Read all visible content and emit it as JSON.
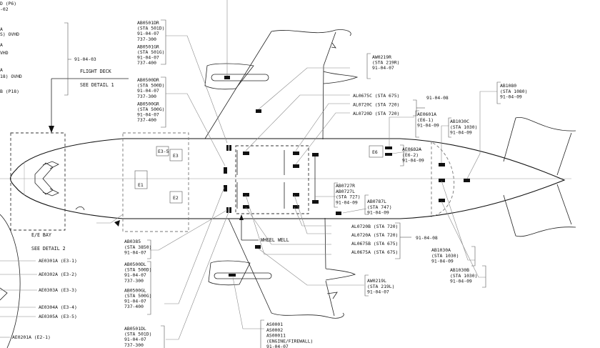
{
  "diagram": {
    "title": "Aircraft lower fuselage bonding/ground locations",
    "top_left": {
      "lines": [
        "D (P6)",
        "-02"
      ],
      "group": {
        "items": [
          "A",
          "S) OVHD",
          "A",
          "VHD",
          "A",
          "18) OVHD",
          "B (P18)"
        ],
        "date": "91-04-03"
      }
    },
    "flight_deck": {
      "label": "FLIGHT DECK",
      "see": "SEE DETAIL 1"
    },
    "ee_bay": {
      "label": "E/E BAY",
      "see": "SEE DETAIL 2"
    },
    "wheel_well": "WHEEL WELL",
    "equipment_boxes": [
      "E3-5",
      "E3",
      "E1",
      "E2",
      "E6"
    ],
    "callouts": {
      "ab0501": {
        "lines": [
          "AB0501DR",
          "(STA 501D)",
          "91-04-07",
          "737-300",
          "AB0501GR",
          "(STA 501G)",
          "91-04-07",
          "737-400"
        ]
      },
      "ab0500": {
        "lines": [
          "AB0500DR",
          "(STA 500D)",
          "91-04-07",
          "737-300",
          "AB0500GR",
          "(STA 500G)",
          "91-04-07",
          "737-400"
        ]
      },
      "aw0219r": {
        "lines": [
          "AW0219R",
          "(STA 219R)",
          "91-04-07"
        ]
      },
      "al_upper": {
        "lines": [
          "AL0675C (STA 675)",
          "AL0720C (STA 720)",
          "AL0720D (STA 720)"
        ],
        "date": "91-04-08"
      },
      "ae0601a": {
        "lines": [
          "AE0601A",
          "(E6-1)",
          "91-04-09"
        ]
      },
      "ae0602a": {
        "lines": [
          "AE0602A",
          "(E6-2)",
          "91-04-09"
        ]
      },
      "ab1030c": {
        "lines": [
          "AB1030C",
          "(STA 1030)",
          "91-04-09"
        ]
      },
      "ab1080": {
        "lines": [
          "AB1080",
          "(STA 1080)",
          "91-04-09"
        ]
      },
      "ab0727": {
        "lines": [
          "AB0727R",
          "AB0727L",
          "(STA 727)",
          "91-04-09"
        ]
      },
      "ab0787l": {
        "lines": [
          "AB0787L",
          "(STA 747)",
          "91-04-09"
        ]
      },
      "al_lower": {
        "lines": [
          "AL0720B (STA 720)",
          "AL0720A (STA 720)",
          "AL0675B (STA 675)",
          "AL0675A (STA 675)"
        ],
        "date": "91-04-08"
      },
      "ab1030a": {
        "lines": [
          "AB1030A",
          "(STA 1030)",
          "91-04-09"
        ]
      },
      "ab1030b": {
        "lines": [
          "AB1030B",
          "(STA 1030)",
          "91-04-09"
        ]
      },
      "ab0385": {
        "lines": [
          "AB0385",
          "(STA 3850)",
          "91-04-07"
        ]
      },
      "ab0500l": {
        "lines": [
          "AB0500DL",
          "(STA 500D)",
          "91-04-07",
          "737-300",
          "AB0500GL",
          "(STA 500G)",
          "91-04-07",
          "737-400"
        ]
      },
      "ab0501dl": {
        "lines": [
          "AB0501DL",
          "(STA 501D)",
          "91-04-07",
          "737-300"
        ]
      },
      "aw0219l": {
        "lines": [
          "AW0219L",
          "(STA 219L)",
          "91-04-07"
        ]
      },
      "as000": {
        "lines": [
          "AS0001",
          "AS0002",
          "AS00011",
          "(ENGINE/FIREWALL)",
          "91-04-07"
        ]
      },
      "ae_left": {
        "lines": [
          "AE0301A (E3-1)",
          "AE0302A (E3-2)",
          "AE0303A (E3-3)",
          "AE0304A (E3-4)",
          "AE0305A (E3-5)",
          "AE0201A (E2-1)"
        ]
      }
    }
  }
}
